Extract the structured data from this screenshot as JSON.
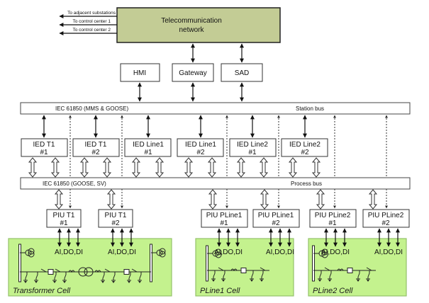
{
  "telecom": {
    "title_line1": "Telecommunication",
    "title_line2": "network",
    "color": "#c3cc95",
    "outputs": [
      "To adjacent substations",
      "To control center 1",
      "To control center 2"
    ]
  },
  "station_level": {
    "hmi": "HMI",
    "gateway": "Gateway",
    "sad": "SAD"
  },
  "station_bus": {
    "protocol_label": "IEC 61850 (MMS & GOOSE)",
    "name_label": "Station bus"
  },
  "ieds": [
    {
      "line1": "IED T1",
      "line2": "#1"
    },
    {
      "line1": "IED T1",
      "line2": "#2"
    },
    {
      "line1": "IED Line1",
      "line2": "#1"
    },
    {
      "line1": "IED Line1",
      "line2": "#2"
    },
    {
      "line1": "IED Line2",
      "line2": "#1"
    },
    {
      "line1": "IED Line2",
      "line2": "#2"
    }
  ],
  "process_bus": {
    "protocol_label": "IEC 61850 (GOOSE, SV)",
    "name_label": "Process bus"
  },
  "pius": [
    {
      "line1": "PIU T1",
      "line2": "#1"
    },
    {
      "line1": "PIU T1",
      "line2": "#2"
    },
    {
      "line1": "PIU PLine1",
      "line2": "#1"
    },
    {
      "line1": "PIU PLine1",
      "line2": "#2"
    },
    {
      "line1": "PIU PLine2",
      "line2": "#1"
    },
    {
      "line1": "PIU PLine2",
      "line2": "#2"
    }
  ],
  "io_label": "AI,DO,DI",
  "cells": [
    {
      "name": "Transformer Cell"
    },
    {
      "name": "PLine1 Cell"
    },
    {
      "name": "PLine2 Cell"
    }
  ],
  "colors": {
    "cell_fill": "#c4f28e",
    "cell_border": "#94c26a"
  }
}
